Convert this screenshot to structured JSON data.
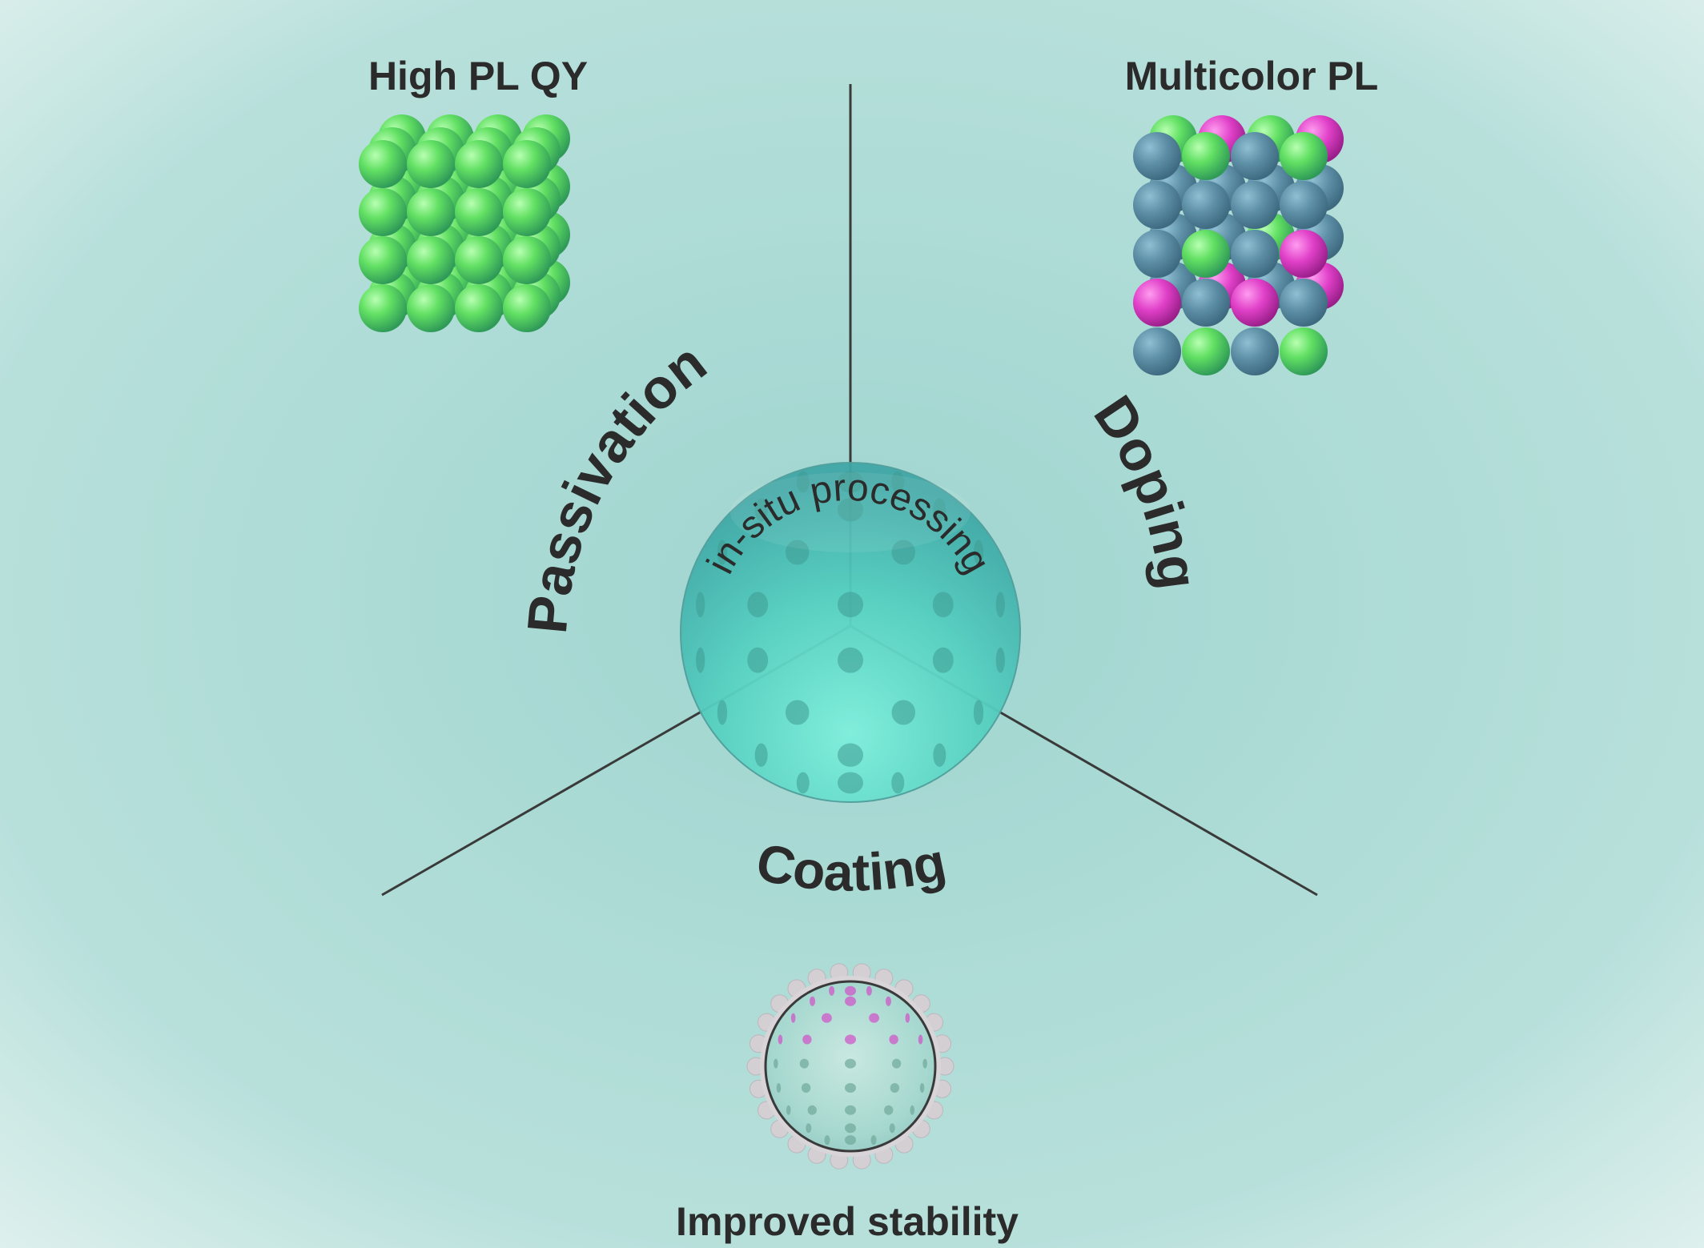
{
  "center": {
    "text": "in-situ processing"
  },
  "branches": {
    "passivation": {
      "label": "Passivation",
      "outcome": "High PL QY"
    },
    "doping": {
      "label": "Doping",
      "outcome": "Multicolor PL"
    },
    "coating": {
      "label": "Coating",
      "outcome": "Improved stability"
    }
  },
  "colors": {
    "background_center": "#9fd5cf",
    "background_edge": "#dff0ee",
    "green_sphere": "#66e266",
    "blue_sphere": "#5d8fa6",
    "magenta_sphere": "#e040c8",
    "center_sphere": "#5cd6c4",
    "divider_line": "#3a3a3a"
  }
}
